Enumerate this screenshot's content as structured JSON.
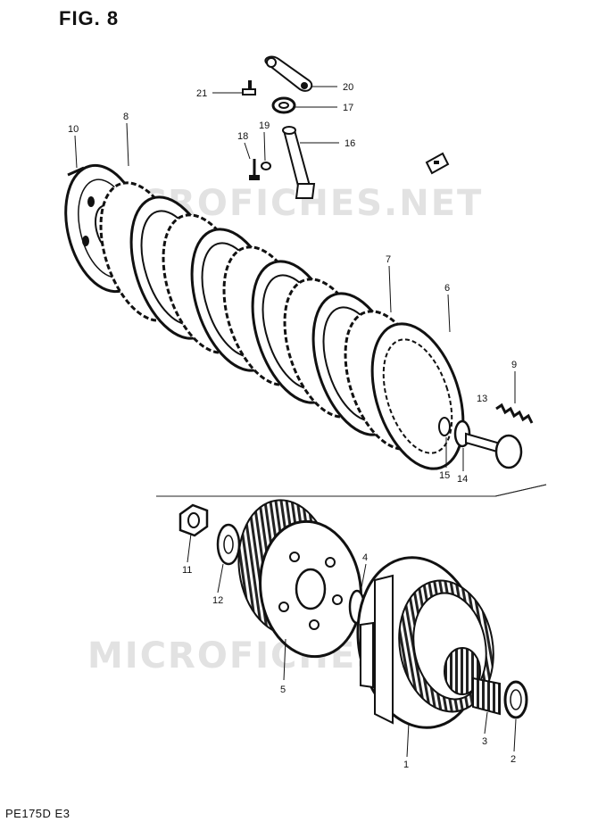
{
  "figure": {
    "title": "FIG. 8",
    "footer": "PE175D  E3",
    "watermark": "MICROFICHES.NET"
  },
  "callouts": [
    {
      "id": "20",
      "name": "callout-20"
    },
    {
      "id": "21",
      "name": "callout-21"
    },
    {
      "id": "17",
      "name": "callout-17"
    },
    {
      "id": "16",
      "name": "callout-16"
    },
    {
      "id": "18",
      "name": "callout-18"
    },
    {
      "id": "19",
      "name": "callout-19"
    },
    {
      "id": "10",
      "name": "callout-10"
    },
    {
      "id": "8",
      "name": "callout-8"
    },
    {
      "id": "7",
      "name": "callout-7"
    },
    {
      "id": "6",
      "name": "callout-6"
    },
    {
      "id": "9",
      "name": "callout-9"
    },
    {
      "id": "13",
      "name": "callout-13"
    },
    {
      "id": "15",
      "name": "callout-15"
    },
    {
      "id": "14",
      "name": "callout-14"
    },
    {
      "id": "11",
      "name": "callout-11"
    },
    {
      "id": "12",
      "name": "callout-12"
    },
    {
      "id": "4",
      "name": "callout-4"
    },
    {
      "id": "5",
      "name": "callout-5"
    },
    {
      "id": "3",
      "name": "callout-3"
    },
    {
      "id": "2",
      "name": "callout-2"
    },
    {
      "id": "1",
      "name": "callout-1"
    }
  ]
}
